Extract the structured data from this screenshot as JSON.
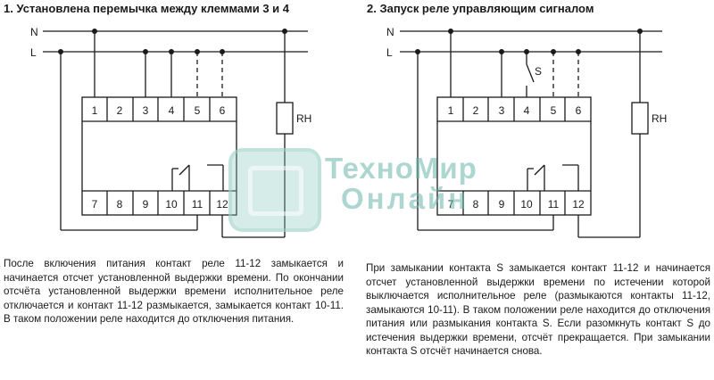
{
  "diagram1": {
    "title": "1. Установлена перемычка между  клеммами 3 и 4",
    "line_n": "N",
    "line_l": "L",
    "top_terminals": [
      "1",
      "2",
      "3",
      "4",
      "5",
      "6"
    ],
    "bottom_terminals": [
      "7",
      "8",
      "9",
      "10",
      "11",
      "12"
    ],
    "load_label": "RH",
    "description": "После включения питания контакт реле 11-12 замыкается и начинается отсчет установленной выдержки времени. По окончании отсчёта установленной выдержки времени исполнительное реле отключается и контакт 11-12 размыкается, замыкается контакт 10-11. В таком положении реле находится до отключения питания."
  },
  "diagram2": {
    "title": "2. Запуск реле управляющим сигналом",
    "line_n": "N",
    "line_l": "L",
    "switch_label": "S",
    "top_terminals": [
      "1",
      "2",
      "3",
      "4",
      "5",
      "6"
    ],
    "bottom_terminals": [
      "7",
      "8",
      "9",
      "10",
      "11",
      "12"
    ],
    "load_label": "RH",
    "description": "При замыкании контакта S замыкается контакт 11-12 и начинается отсчет установленной выдержки времени по истечении которой выключается исполнительное реле (размыкаются контакты 11-12, замыкаются 10-11). В таком положении реле находится до отключения питания или размыкания контакта S. Если разомкнуть контакт S до истечения выдержки времени, отсчёт прекращается. При замыкании контакта S отсчёт начинается снова."
  },
  "watermark": {
    "line1": "ТехноМир",
    "line2": "Онлайн"
  }
}
